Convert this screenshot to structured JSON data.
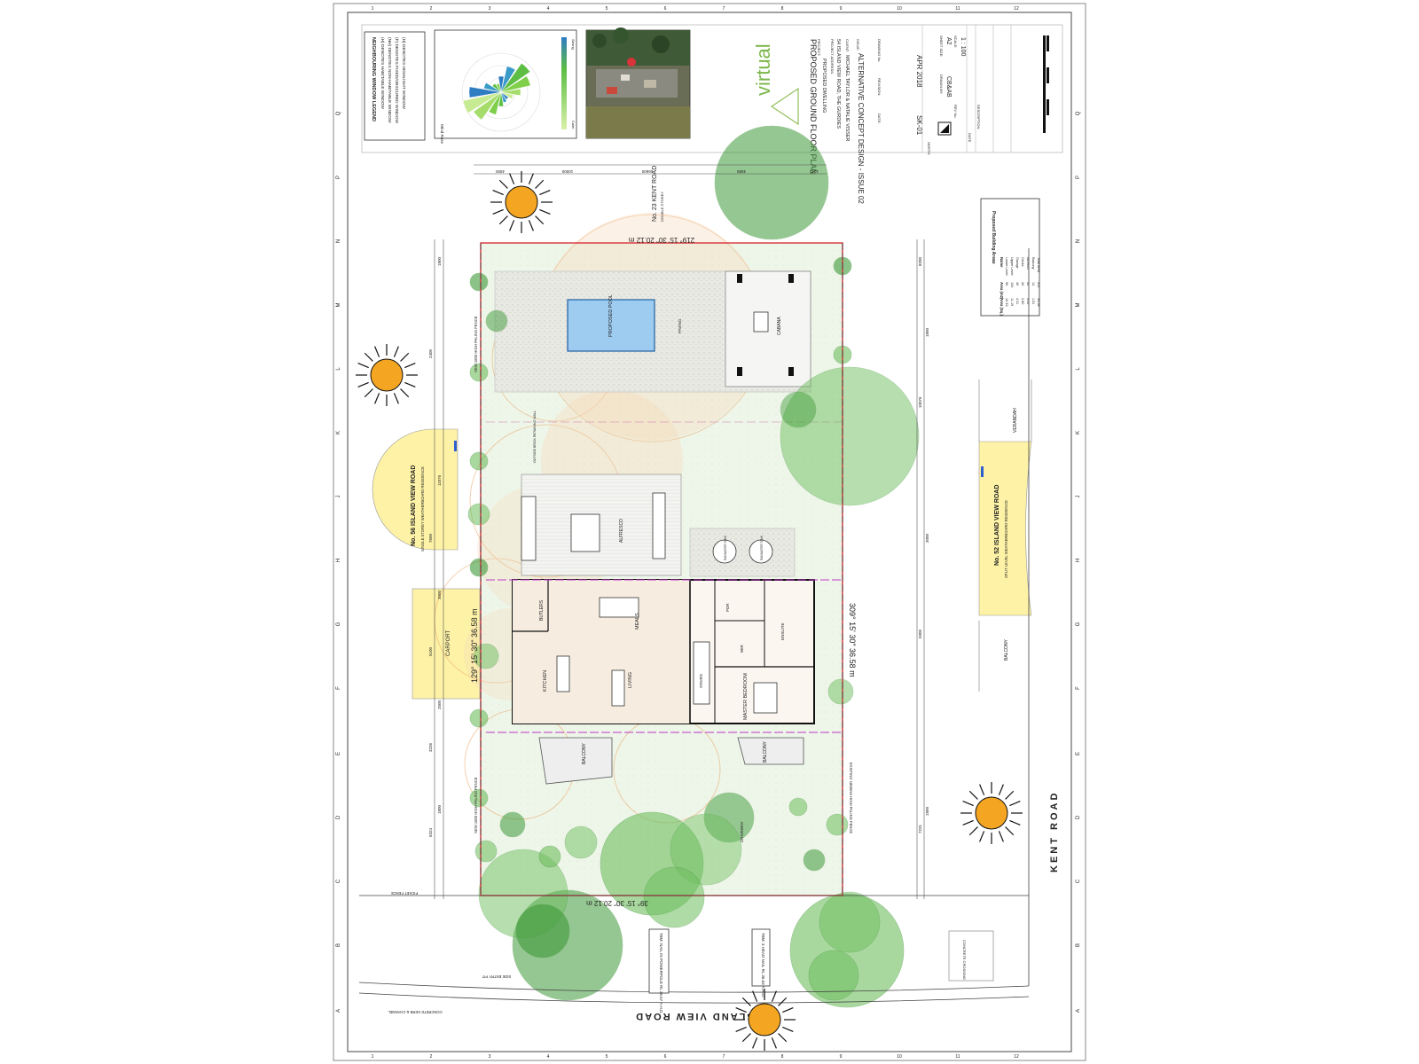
{
  "title_block": {
    "brand": "virtual",
    "drawing_title": "PROPOSED GROUND FLOOR PLAN",
    "project_label": "PROJECT:",
    "project": "PROPOSED DWELLING",
    "address_label": "PROJECT ADDRESS:",
    "address": "54 ISLAND VIEW ROAD, THE GURDIES",
    "client_label": "CLIENT:",
    "client": "MICHAEL TAYLOR & NATALIE VISSER",
    "issue_label": "ISSUE:",
    "issue": "ALTERNATIVE CONCEPT DESIGN - ISSUE 02",
    "drawing_no_label": "DRAWING No.",
    "drawing_no": "SK-01",
    "revision_label": "REVISION:",
    "date_label": "DATE:",
    "date": "APR 2018",
    "sheet_size_label": "SHEET SIZE:",
    "sheet_size": "A2",
    "scale_label": "SCALE:",
    "scale": "1 : 100",
    "drawn_label": "DRAWN BY:",
    "drawn_by": "CB&AB",
    "north_label": "NORTH:",
    "revision_table_headers": [
      "REV No.",
      "DESCRIPTION",
      "DATE"
    ]
  },
  "legend": {
    "title": "NEIGHBOURING WINDOW LEGEND",
    "items": [
      "(H) DENOTES HABITABLE WINDOW",
      "(NH) DENOTES NON-HABITABLE WINDOW",
      "(F) DENOTES FIXED/OBSCURED WINDOW",
      "(H) DENOTES HIGHLIGHT WINDOW"
    ]
  },
  "wind_rose": {
    "title": "Wind Rose",
    "scale_top": "Strong",
    "scale_bottom": "Calm"
  },
  "areas_table": {
    "title": "Proposed Building Areas",
    "headers": [
      "Name",
      "Area (m2)",
      "Area (Sq.)"
    ],
    "rows": [
      [
        "Lower Level",
        "96",
        "10.33"
      ],
      [
        "Upper Level",
        "104",
        "11.19"
      ],
      [
        "Garage",
        "40",
        "4.31"
      ],
      [
        "Decks",
        "26",
        "2.80"
      ],
      [
        "Alfresco",
        "32",
        "3.44"
      ],
      [
        "Balcony",
        "14",
        "1.51"
      ],
      [
        "Total Area",
        "312",
        "33.58"
      ]
    ]
  },
  "site": {
    "bearing_top": "219° 15' 30\" 20.12 m",
    "bearing_bottom": "39° 15' 30\" 20.12 m",
    "bearing_left": "129° 15' 30\" 36.58 m",
    "bearing_right": "309° 15' 30\" 36.58 m",
    "kent_road_top": "No. 23 KENT ROAD",
    "kent_road_sub": "DOUBLE STOREY",
    "road_right": "KENT ROAD",
    "road_bottom": "ISLAND VIEW ROAD",
    "neighbour_left": "No. 56 ISLAND VIEW ROAD",
    "neighbour_left_sub": "SINGLE STOREY WEATHERBOARD RESIDENCE",
    "neighbour_right": "No. 52 ISLAND VIEW ROAD",
    "neighbour_right_sub": "SPLIT LEVEL WEATHERBOARD RESIDENCE",
    "verandah": "VERANDAH",
    "balcony_neighbour": "BALCONY",
    "carport": "CARPORT",
    "picket_fence": "PICKET FENCE",
    "concrete_kerb": "CONCRETE KERB & CHANNEL",
    "side_entry_pit": "SIDE ENTRY PIT",
    "concrete_crossing": "CONCRETE CROSSING",
    "fence_left_top": "NEW 1800 HIGH PALING FENCE",
    "fence_left_bottom": "NEW 1800 HIGH PALING FENCE",
    "fence_right": "EXISTING 1800mm HIGH PALING FENCE",
    "tbm_left": "TBM: NAIL IN POWERPOLE RL 36.57 A.H.D.",
    "tbm_right": "TBM: 3 HEAD NAIL RL 36.53 A.H.D.",
    "driveway": "DRIVEWAY",
    "pool": "PROPOSED POOL",
    "paving": "PAVING",
    "cabana": "CABANA",
    "alfresco": "ALFRESCO",
    "retaining_wall": "OUTSIDE BRICK RETAINING WALL",
    "tank_1": "RAINWATER TANK",
    "tank_2": "RAINWATER TANK",
    "rooms": {
      "meals": "MEALS",
      "butlers": "BUTLERS",
      "kitchen": "KITCHEN",
      "living": "LIVING",
      "pdr": "PDR",
      "wir": "WIR",
      "ensuite": "ENSUITE",
      "master": "MASTER BEDROOM",
      "stairs": "STAIRS",
      "balcony1": "BALCONY",
      "balcony2": "BALCONY"
    },
    "dims_top": [
      "4800",
      "10000",
      "16600",
      "4580",
      "1010"
    ],
    "dims_left": [
      "6324",
      "1800",
      "3226",
      "2500",
      "5100",
      "3000",
      "7600",
      "11076",
      "2400",
      "1800"
    ],
    "dims_right": [
      "7231",
      "1800",
      "5900",
      "3000",
      "10076",
      "1800",
      "8200"
    ]
  },
  "grid": {
    "cols": [
      "1",
      "2",
      "3",
      "4",
      "5",
      "6",
      "7",
      "8",
      "9",
      "10",
      "11",
      "12"
    ],
    "rows": [
      "A",
      "B",
      "C",
      "D",
      "E",
      "F",
      "G",
      "H",
      "J",
      "K",
      "L",
      "M",
      "N",
      "P",
      "Q"
    ]
  },
  "colors": {
    "tree": "#6fbf5f",
    "tree_dark": "#3f9a3a",
    "sun": "#f4a623",
    "neighbour": "#fdf2a6",
    "pool": "#9ecbf0",
    "boundary": "#d8333a",
    "orange_line": "#e8964e"
  },
  "icons": [
    "sun-icon",
    "north-arrow-icon",
    "tree-icon"
  ]
}
